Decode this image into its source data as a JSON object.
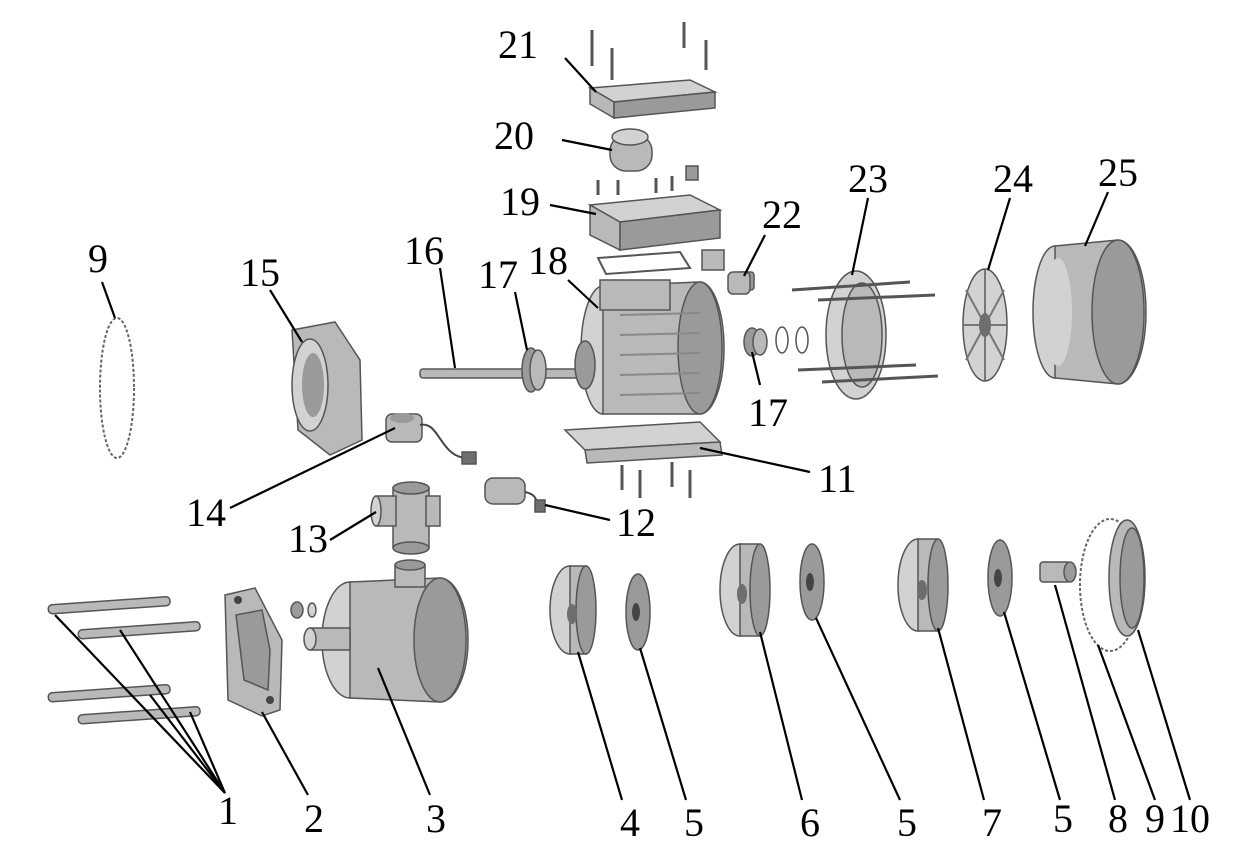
{
  "diagram": {
    "callouts": [
      {
        "id": "c1",
        "text": "1"
      },
      {
        "id": "c2",
        "text": "2"
      },
      {
        "id": "c3",
        "text": "3"
      },
      {
        "id": "c4",
        "text": "4"
      },
      {
        "id": "c5a",
        "text": "5"
      },
      {
        "id": "c6",
        "text": "6"
      },
      {
        "id": "c5b",
        "text": "5"
      },
      {
        "id": "c7",
        "text": "7"
      },
      {
        "id": "c5c",
        "text": "5"
      },
      {
        "id": "c8",
        "text": "8"
      },
      {
        "id": "c9b",
        "text": "9"
      },
      {
        "id": "c10",
        "text": "10"
      },
      {
        "id": "c9a",
        "text": "9"
      },
      {
        "id": "c11",
        "text": "11"
      },
      {
        "id": "c12",
        "text": "12"
      },
      {
        "id": "c13",
        "text": "13"
      },
      {
        "id": "c14",
        "text": "14"
      },
      {
        "id": "c15",
        "text": "15"
      },
      {
        "id": "c16",
        "text": "16"
      },
      {
        "id": "c17a",
        "text": "17"
      },
      {
        "id": "c17b",
        "text": "17"
      },
      {
        "id": "c18",
        "text": "18"
      },
      {
        "id": "c19",
        "text": "19"
      },
      {
        "id": "c20",
        "text": "20"
      },
      {
        "id": "c21",
        "text": "21"
      },
      {
        "id": "c22",
        "text": "22"
      },
      {
        "id": "c23",
        "text": "23"
      },
      {
        "id": "c24",
        "text": "24"
      },
      {
        "id": "c25",
        "text": "25"
      }
    ]
  }
}
